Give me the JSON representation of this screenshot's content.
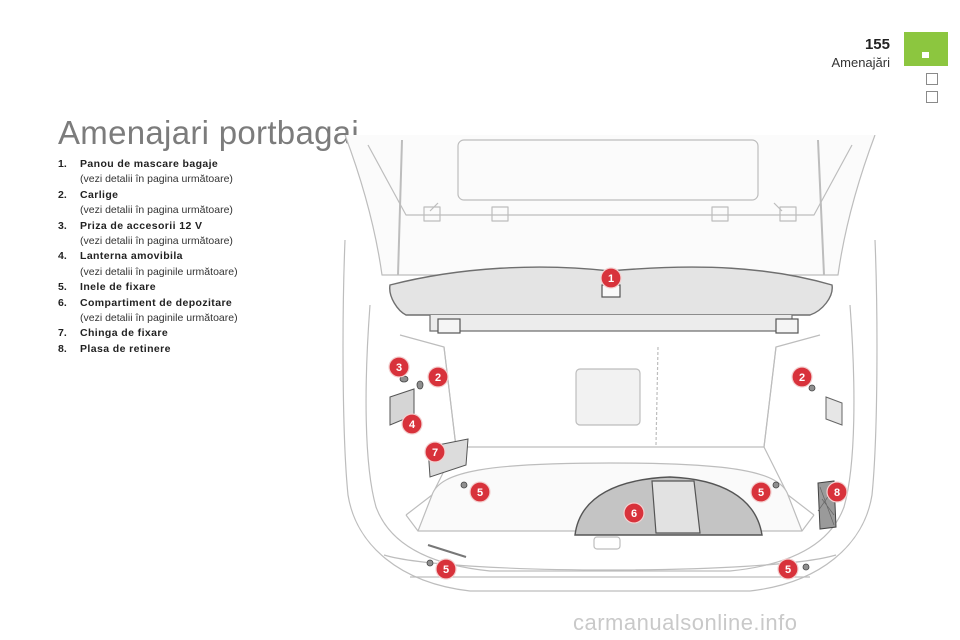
{
  "header": {
    "page_number": "155",
    "section": "Amenajări"
  },
  "page_title": "Amenajari portbagaj",
  "items": [
    {
      "num": "1.",
      "name": "Panou de mascare bagaje",
      "note": "(vezi detalii în pagina următoare)"
    },
    {
      "num": "2.",
      "name": "Carlige",
      "note": "(vezi detalii în pagina următoare)"
    },
    {
      "num": "3.",
      "name": "Priza de accesorii 12 V",
      "note": "(vezi detalii în pagina următoare)"
    },
    {
      "num": "4.",
      "name": "Lanterna amovibila",
      "note": "(vezi detalii în paginile următoare)"
    },
    {
      "num": "5.",
      "name": "Inele de fixare",
      "note": ""
    },
    {
      "num": "6.",
      "name": "Compartiment de depozitare",
      "note": "(vezi detalii în paginile următoare)"
    },
    {
      "num": "7.",
      "name": "Chinga de fixare",
      "note": ""
    },
    {
      "num": "8.",
      "name": "Plasa de retinere",
      "note": ""
    }
  ],
  "callouts": [
    "1",
    "2",
    "2",
    "3",
    "4",
    "7",
    "5",
    "5",
    "5",
    "5",
    "6",
    "8"
  ],
  "watermark": "carmanualsonline.info",
  "colors": {
    "accent_green": "#8cc63f",
    "callout_red": "#d8323b",
    "title_gray": "#7c7c7c"
  }
}
